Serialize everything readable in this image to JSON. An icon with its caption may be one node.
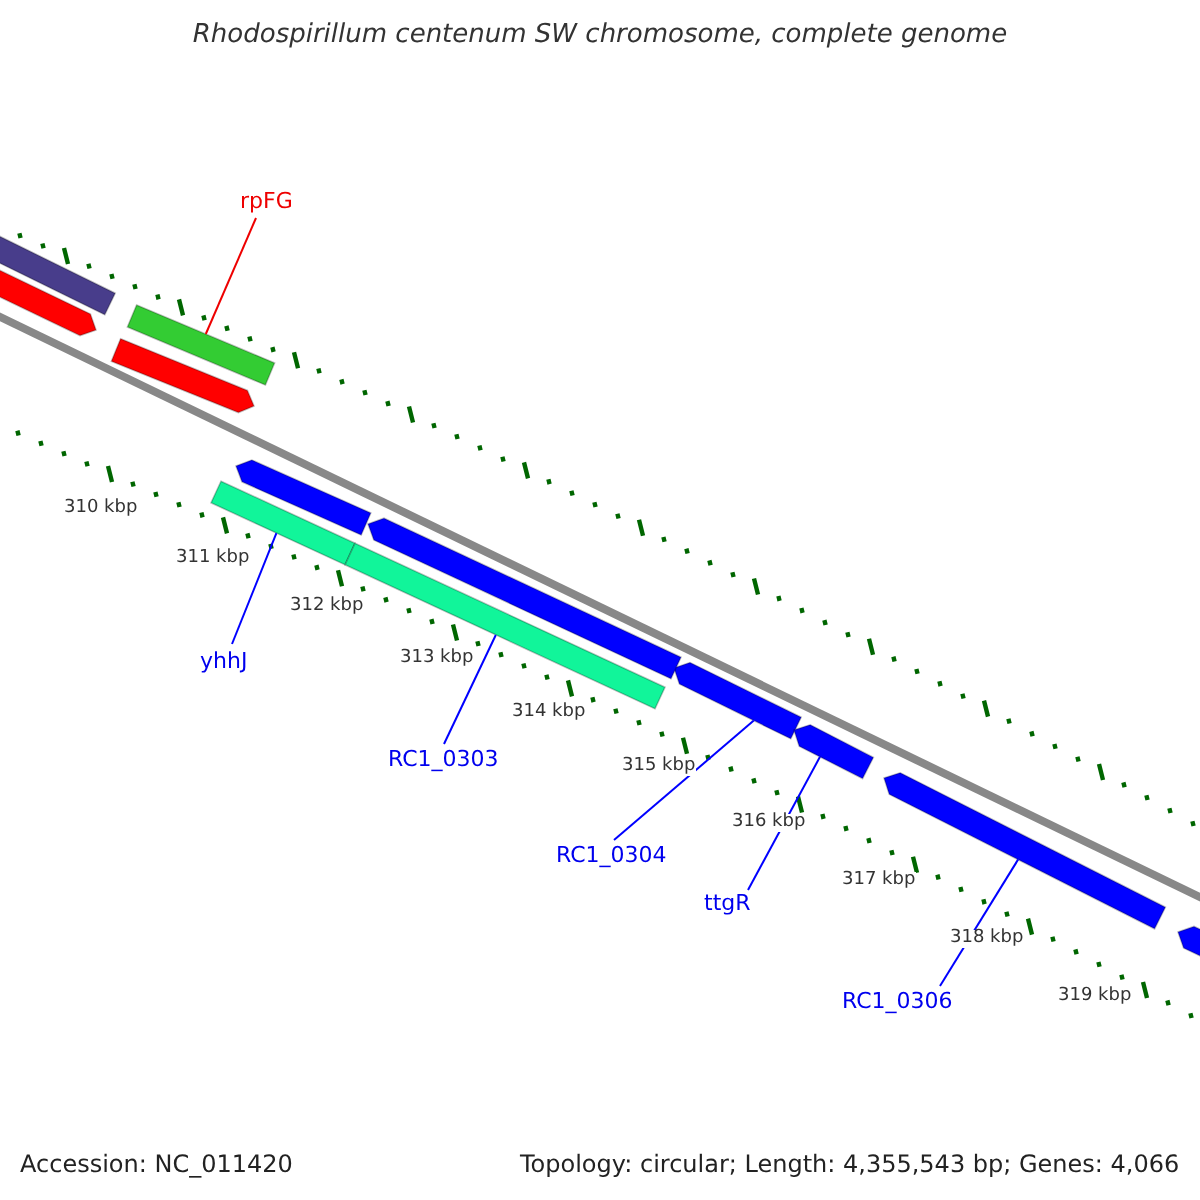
{
  "diagram": {
    "title": "Rhodospirillum centenum SW chromosome, complete genome",
    "nodes": [
      {
        "text": [
          "rpFG"
        ]
      },
      {
        "text": [],
        "shape": "bar"
      },
      {
        "text": [
          "yhhJ"
        ]
      },
      {
        "text": [],
        "shape": "bar"
      },
      {
        "text": [
          "RC1_0303"
        ]
      },
      {
        "text": [],
        "shape": "bar"
      },
      {
        "text": [
          "RC1_0304"
        ]
      },
      {
        "text": [],
        "shape": "bar"
      },
      {
        "text": [
          "ttgR"
        ]
      },
      {
        "text": [],
        "shape": "bar"
      },
      {
        "text": [
          "RC1_0306"
        ]
      },
      {
        "text": [],
        "shape": "bar"
      },
      {
        "text": [],
        "shape": "bar"
      },
      {
        "text": [],
        "shape": "bar"
      },
      {
        "text": [],
        "shape": "bar"
      },
      {
        "text": [],
        "shape": "bar"
      },
      {
        "text": [],
        "shape": "bar"
      },
      {
        "text": [],
        "shape": "bar"
      }
    ],
    "edges": [
      {
        "from": 0,
        "to": 1,
        "arrow": "none",
        "color": "#ee0000"
      },
      {
        "from": 2,
        "to": 3,
        "arrow": "none"
      },
      {
        "from": 4,
        "to": 5,
        "arrow": "none"
      },
      {
        "from": 6,
        "to": 7,
        "arrow": "none"
      },
      {
        "from": 8,
        "to": 9,
        "arrow": "none"
      },
      {
        "from": 10,
        "to": 11,
        "arrow": "none"
      }
    ],
    "labels": [
      "310 kbp",
      "311 kbp",
      "312 kbp",
      "313 kbp",
      "314 kbp",
      "315 kbp",
      "316 kbp",
      "317 kbp",
      "318 kbp",
      "319 kbp",
      "Accession: NC_011420",
      "Topology: circular; Length: 4,355,543 bp; Genes: 4,066"
    ]
  }
}
